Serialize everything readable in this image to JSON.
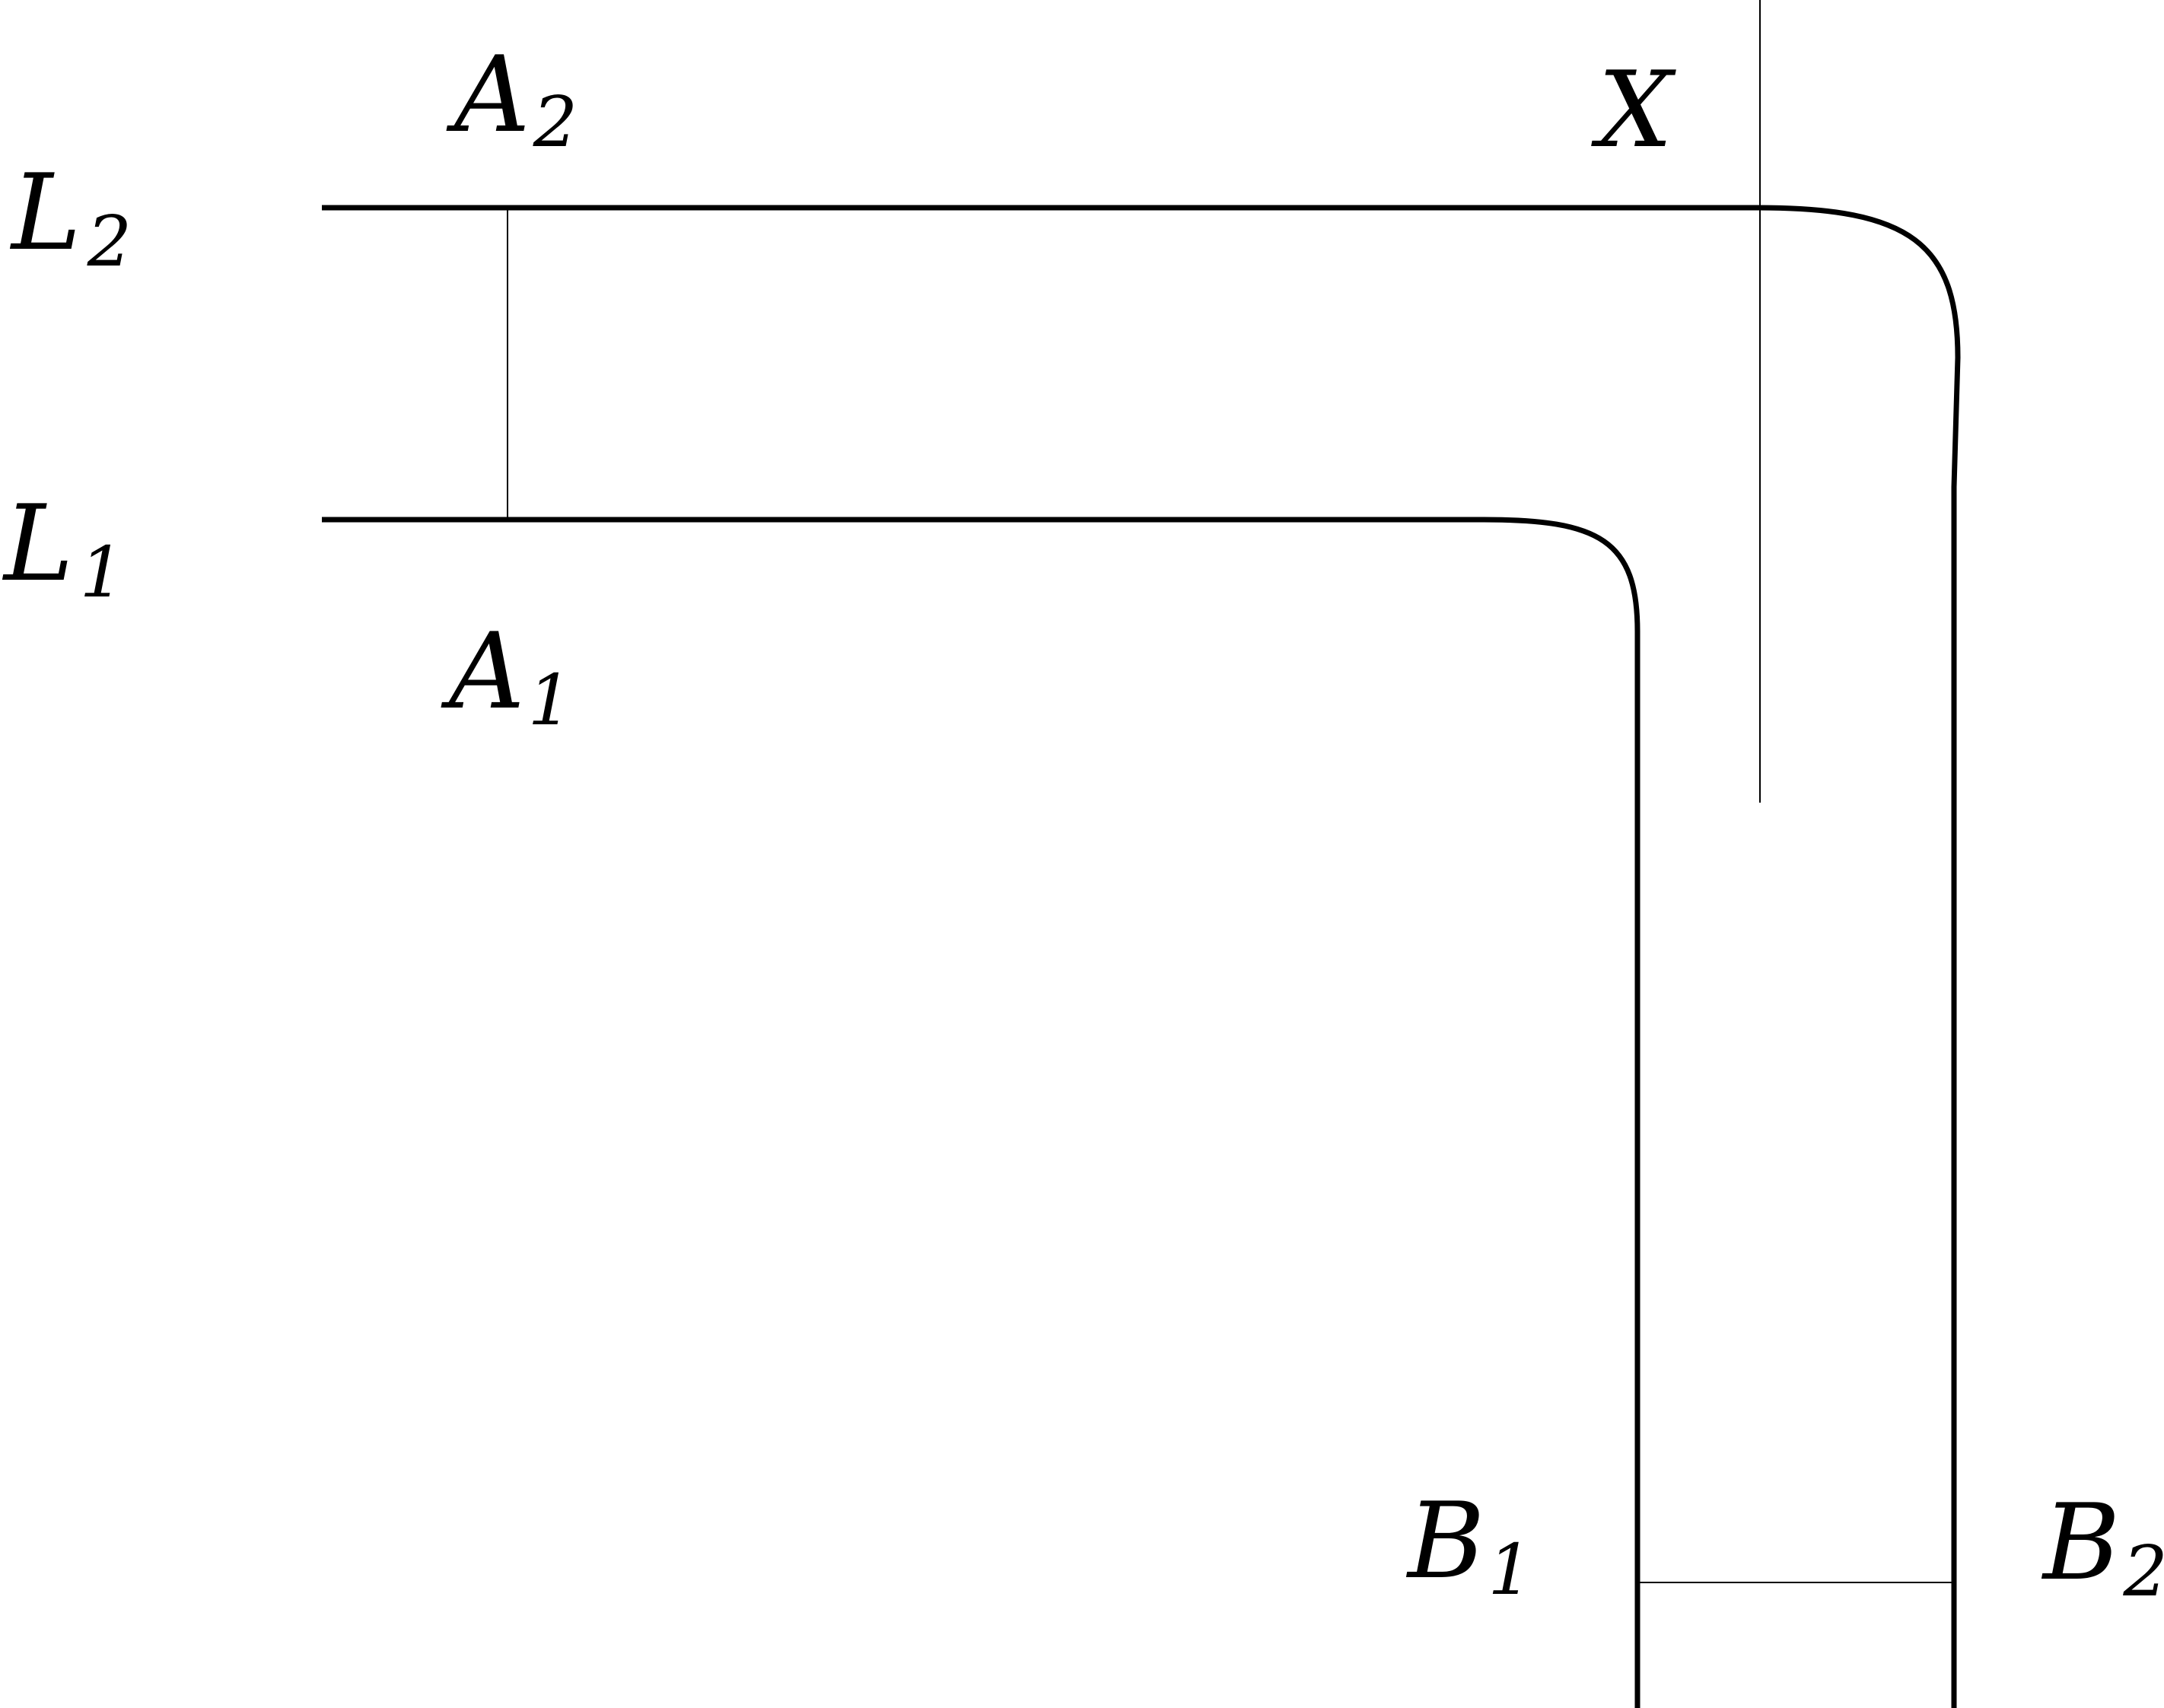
{
  "labels": {
    "L2": {
      "main": "L",
      "sub": "2"
    },
    "L1": {
      "main": "L",
      "sub": "1"
    },
    "A2": {
      "main": "A",
      "sub": "2"
    },
    "A1": {
      "main": "A",
      "sub": "1"
    },
    "X": {
      "main": "X"
    },
    "B1": {
      "main": "B",
      "sub": "1"
    },
    "B2": {
      "main": "B",
      "sub": "2"
    }
  },
  "colors": {
    "stroke": "#000000",
    "background": "#ffffff"
  }
}
